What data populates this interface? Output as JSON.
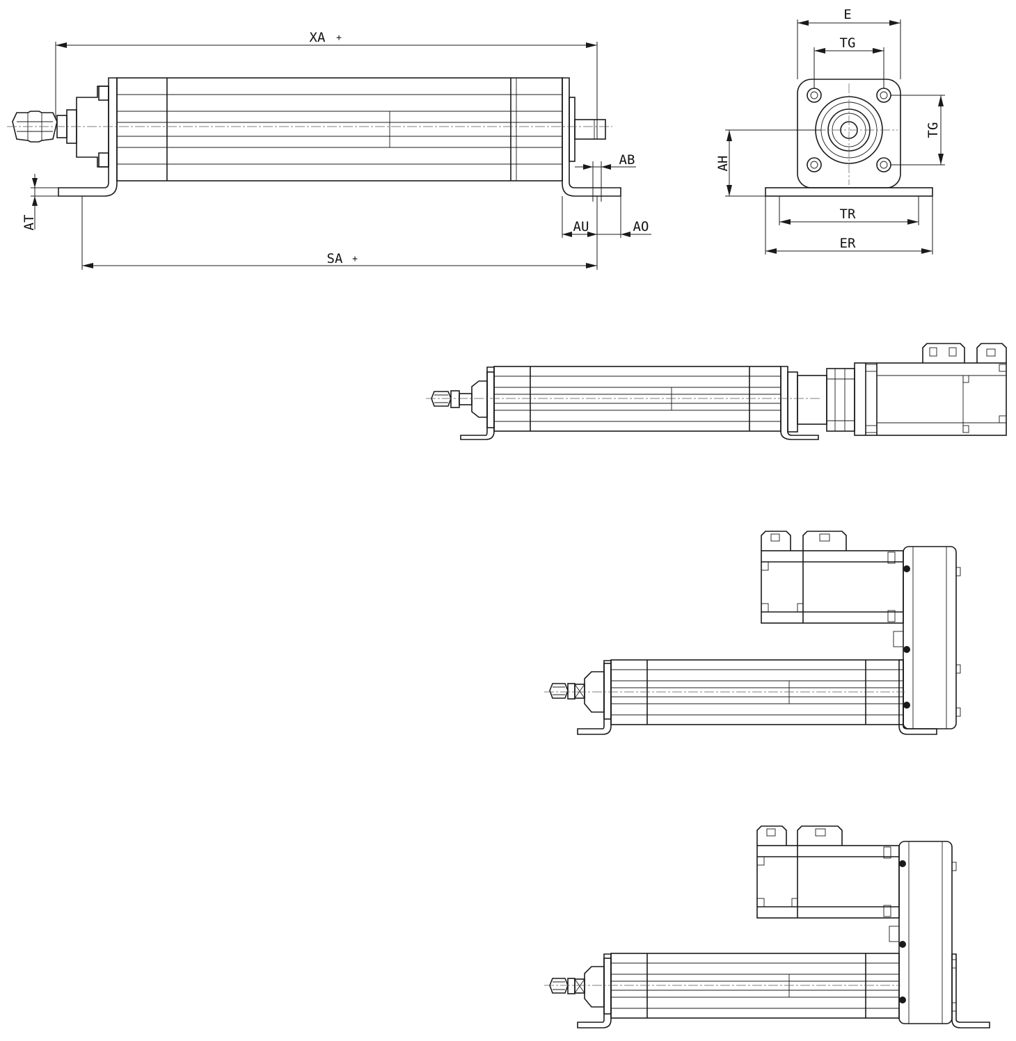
{
  "drawing": {
    "side_view": {
      "dimensions": {
        "xa": "XA",
        "xa_mark": "+",
        "sa": "SA",
        "sa_mark": "+",
        "at": "AT",
        "ab": "AB",
        "au": "AU",
        "ao": "AO"
      }
    },
    "end_view": {
      "dimensions": {
        "e": "E",
        "tg_top": "TG",
        "tg_side": "TG",
        "ah": "AH",
        "tr": "TR",
        "er": "ER"
      }
    },
    "variants": [
      {
        "id": "inline-motor"
      },
      {
        "id": "parallel-motor-one-bracket"
      },
      {
        "id": "parallel-motor-two-brackets"
      }
    ]
  }
}
